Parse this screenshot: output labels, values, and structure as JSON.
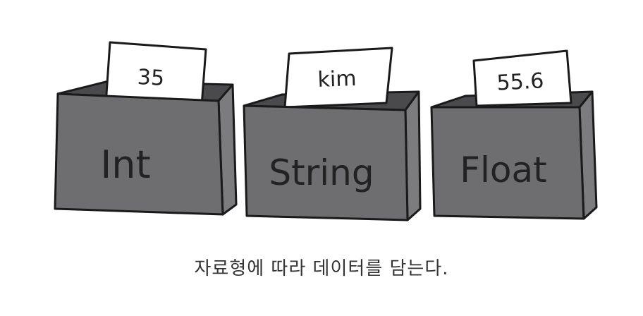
{
  "boxes": [
    {
      "type_label": "Int",
      "value": "35"
    },
    {
      "type_label": "String",
      "value": "kim"
    },
    {
      "type_label": "Float",
      "value": "55.6"
    }
  ],
  "caption": "자료형에 따라 데이터를 담는다.",
  "colors": {
    "box_front": "#6e6e70",
    "box_side": "#7c7c7e",
    "box_top": "#4a4a4c",
    "outline": "#1a1a1a",
    "paper": "#ffffff"
  }
}
